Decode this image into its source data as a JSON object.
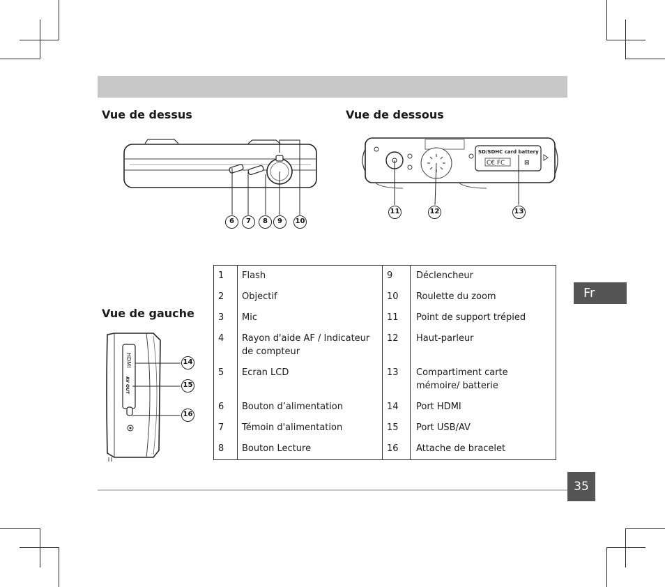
{
  "sections": {
    "top_view": "Vue de dessus",
    "bottom_view": "Vue de dessous",
    "left_view": "Vue de gauche"
  },
  "callouts": {
    "top": [
      "6",
      "7",
      "8",
      "9",
      "10"
    ],
    "bottom": [
      "11",
      "12",
      "13"
    ],
    "left": [
      "14",
      "15",
      "16"
    ]
  },
  "device_labels": {
    "card_compartment": "SD/SDHC card   battery",
    "hdmi_port": "HDMI",
    "av_out_port": "AV OUT"
  },
  "legend": [
    {
      "n1": "1",
      "l1": "Flash",
      "n2": "9",
      "l2": "Déclencheur"
    },
    {
      "n1": "2",
      "l1": "Objectif",
      "n2": "10",
      "l2": "Roulette du zoom"
    },
    {
      "n1": "3",
      "l1": "Mic",
      "n2": "11",
      "l2": "Point de support trépied"
    },
    {
      "n1": "4",
      "l1": "Rayon d'aide AF / Indicateur de compteur",
      "n2": "12",
      "l2": "Haut-parleur"
    },
    {
      "n1": "5",
      "l1": "Ecran LCD",
      "n2": "13",
      "l2": "Compartiment carte mémoire/ batterie"
    },
    {
      "n1": "6",
      "l1": "Bouton d’alimentation",
      "n2": "14",
      "l2": "Port HDMI"
    },
    {
      "n1": "7",
      "l1": "Témoin d'alimentation",
      "n2": "15",
      "l2": "Port USB/AV"
    },
    {
      "n1": "8",
      "l1": "Bouton Lecture",
      "n2": "16",
      "l2": "Attache de bracelet"
    }
  ],
  "language_tab": "Fr",
  "page_number": "35"
}
